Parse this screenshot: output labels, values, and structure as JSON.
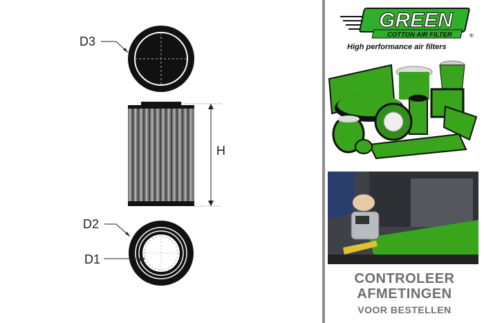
{
  "diagram": {
    "labels": {
      "d3": "D3",
      "h": "H",
      "d2": "D2",
      "d1": "D1"
    }
  },
  "brand": {
    "name": "GREEN",
    "line2": "COTTON AIR FILTER",
    "registered": "®",
    "tagline": "High performance air filters"
  },
  "cta": {
    "line1": "CONTROLEER",
    "line2": "AFMETINGEN",
    "line3": "VOOR BESTELLEN"
  },
  "colors": {
    "filter_green": "#39a51c",
    "brand_green": "#2fb02a",
    "divider": "#8c8c8c",
    "cta_text": "#6e6e6e"
  }
}
